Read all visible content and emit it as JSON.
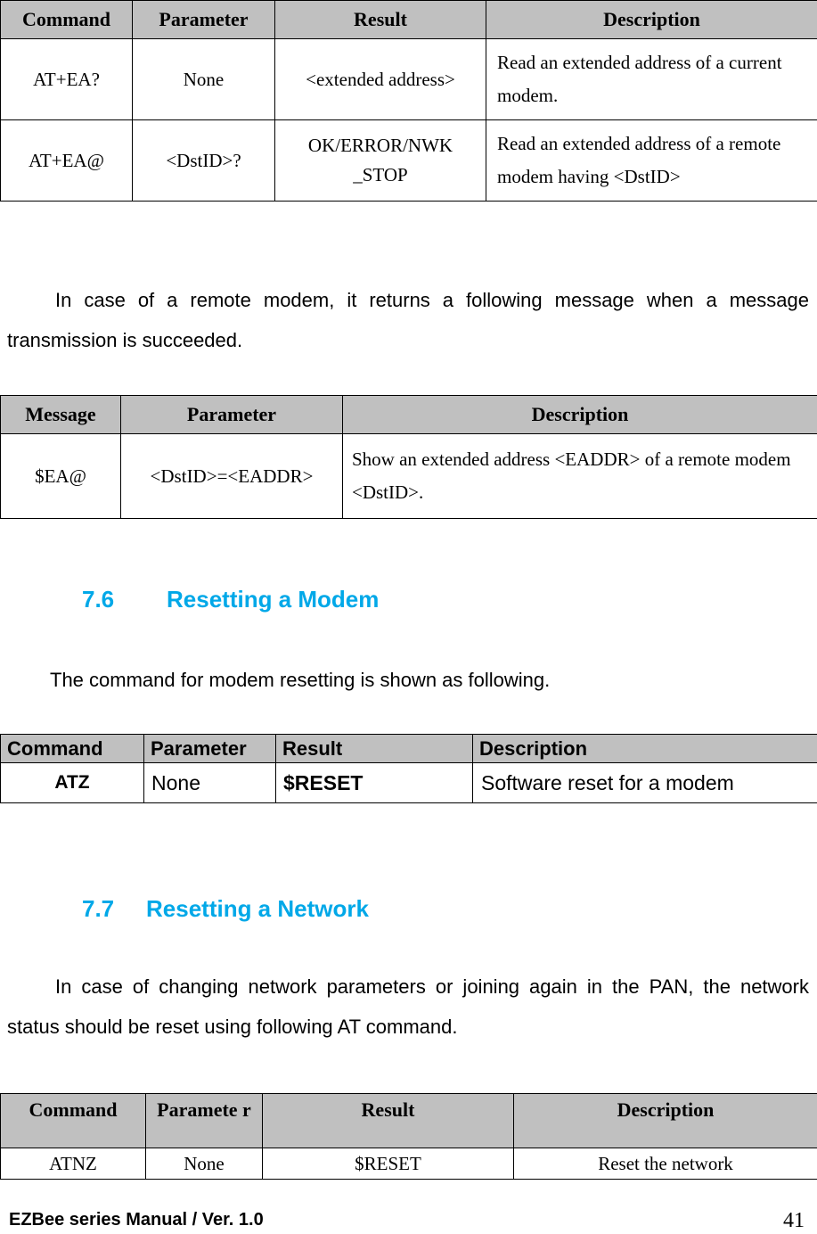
{
  "tables": {
    "extended_address": {
      "headers": [
        "Command",
        "Parameter",
        "Result",
        "Description"
      ],
      "rows": [
        {
          "command": "AT+EA?",
          "parameter": "None",
          "result": "<extended address>",
          "description": "Read an extended address of a current modem."
        },
        {
          "command": "AT+EA@",
          "parameter": "<DstID>?",
          "result": "OK/ERROR/NWK _STOP",
          "result_line1": "OK/ERROR/NWK",
          "result_line2": "_STOP",
          "description": "Read an extended address of a remote modem having <DstID>"
        }
      ]
    },
    "message": {
      "headers": [
        "Message",
        "Parameter",
        "Description"
      ],
      "rows": [
        {
          "message": "$EA@",
          "parameter": "<DstID>=<EADDR>",
          "description": "Show an extended address <EADDR> of a remote modem <DstID>."
        }
      ]
    },
    "modem_reset": {
      "headers": [
        "Command",
        "Parameter",
        "Result",
        "Description"
      ],
      "rows": [
        {
          "command": "ATZ",
          "parameter": "None",
          "result": "$RESET",
          "description": "Software reset for a modem"
        }
      ]
    },
    "network_reset": {
      "headers": [
        "Command",
        "Paramete r",
        "Result",
        "Description"
      ],
      "rows": [
        {
          "command": "ATNZ",
          "parameter": "None",
          "result": "$RESET",
          "description": "Reset the network"
        }
      ]
    }
  },
  "paragraphs": {
    "remote_modem": "In case of a remote modem, it returns a following message when a message transmission is succeeded.",
    "reset_command": "The command for modem resetting is shown as following.",
    "network_reset": "In case of changing network parameters or joining again in the PAN, the network status should be reset using following AT command."
  },
  "sections": {
    "modem_reset": {
      "number": "7.6",
      "title": "Resetting a Modem"
    },
    "network_reset": {
      "number": "7.7",
      "title": "Resetting a Network"
    }
  },
  "footer": {
    "manual": "EZBee series Manual / Ver. 1.0",
    "page": "41"
  },
  "colors": {
    "heading": "#00a8e8",
    "table_header_bg": "#c0c0c0",
    "text": "#000000"
  }
}
